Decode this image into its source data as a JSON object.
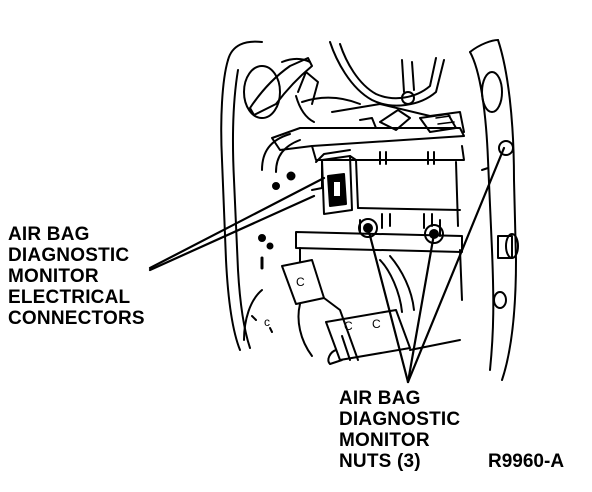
{
  "callouts": {
    "connectors": {
      "lines": [
        "AIR BAG",
        "DIAGNOSTIC",
        "MONITOR",
        "ELECTRICAL",
        "CONNECTORS"
      ]
    },
    "nuts": {
      "lines": [
        "AIR BAG",
        "DIAGNOSTIC",
        "MONITOR",
        "NUTS (3)"
      ]
    }
  },
  "reference_code": "R9960-A",
  "colors": {
    "ink": "#000000",
    "paper": "#ffffff"
  }
}
